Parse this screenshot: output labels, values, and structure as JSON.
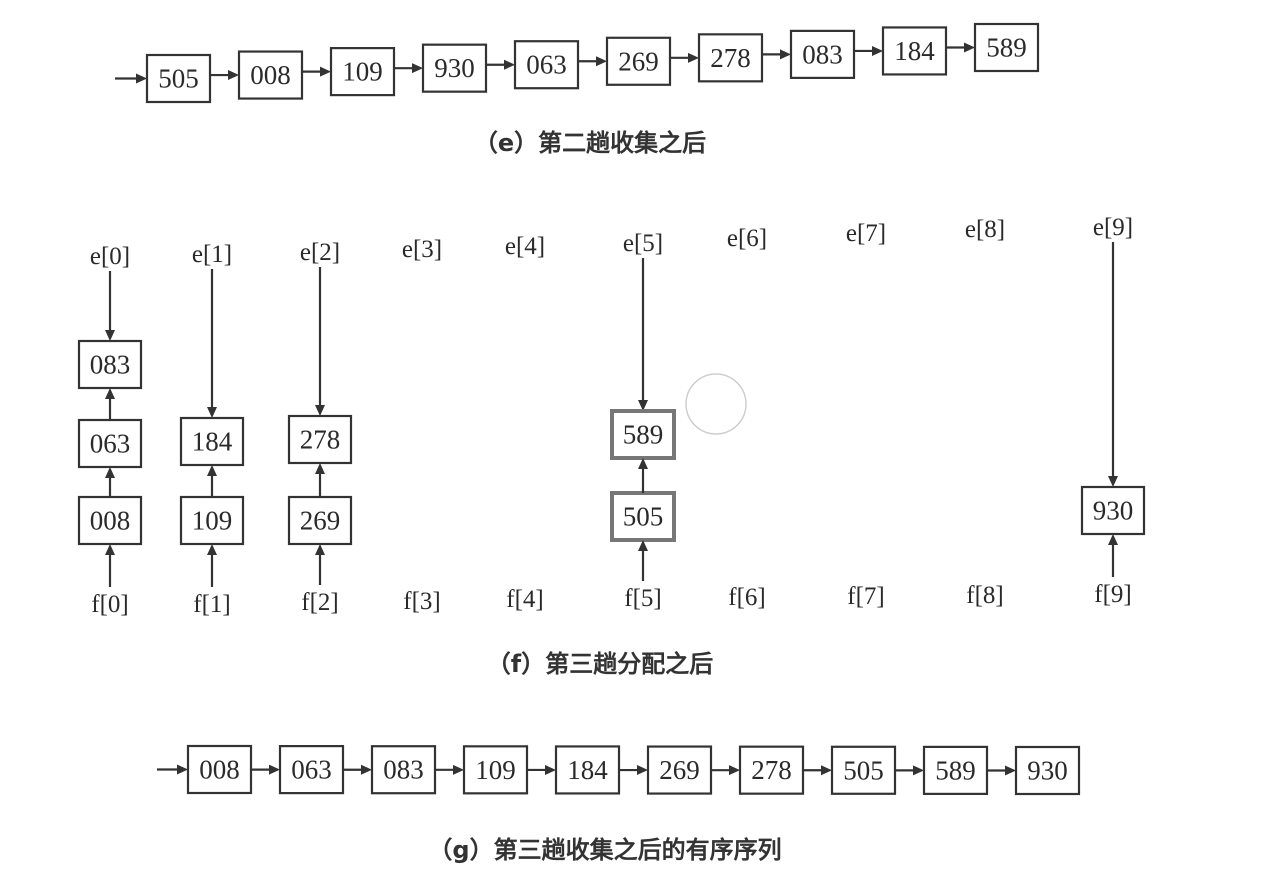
{
  "panel_e": {
    "caption": "（e）第二趟收集之后",
    "sequence": [
      "505",
      "008",
      "109",
      "930",
      "063",
      "269",
      "278",
      "083",
      "184",
      "589"
    ]
  },
  "panel_f": {
    "caption": "（f）第三趟分配之后",
    "top_labels": [
      "e[0]",
      "e[1]",
      "e[2]",
      "e[3]",
      "e[4]",
      "e[5]",
      "e[6]",
      "e[7]",
      "e[8]",
      "e[9]"
    ],
    "bottom_labels": [
      "f[0]",
      "f[1]",
      "f[2]",
      "f[3]",
      "f[4]",
      "f[5]",
      "f[6]",
      "f[7]",
      "f[8]",
      "f[9]"
    ],
    "buckets": [
      [
        "008",
        "063",
        "083"
      ],
      [
        "109",
        "184"
      ],
      [
        "269",
        "278"
      ],
      [],
      [],
      [
        "505",
        "589"
      ],
      [],
      [],
      [],
      [
        "930"
      ]
    ]
  },
  "panel_g": {
    "caption": "（g）第三趟收集之后的有序序列",
    "sequence": [
      "008",
      "063",
      "083",
      "109",
      "184",
      "269",
      "278",
      "505",
      "589",
      "930"
    ]
  }
}
